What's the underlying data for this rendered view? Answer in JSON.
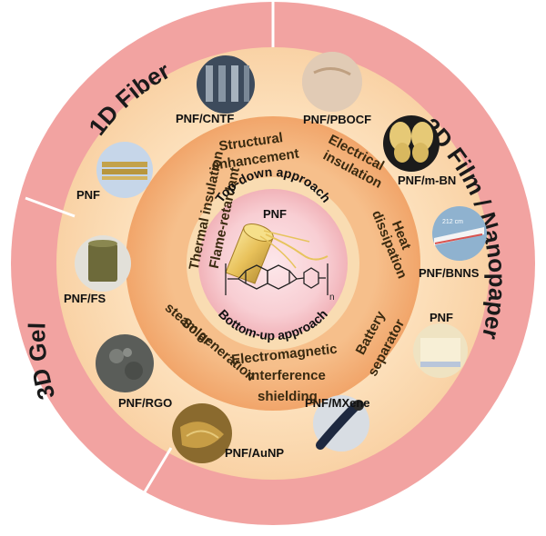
{
  "sectors": {
    "fiber": "1D Fiber",
    "film": "2D Film / Nanopaper",
    "gel": "3D Gel"
  },
  "center": {
    "material": "PNF",
    "top_approach": "Top-down approach",
    "bottom_approach": "Bottom-up approach",
    "subscript": "n"
  },
  "applications": {
    "structural_1": "Structural",
    "structural_2": "enhancement",
    "electrical_1": "Electrical",
    "electrical_2": "insulation",
    "heat_1": "Heat",
    "heat_2": "dissipation",
    "battery_1": "Battery",
    "battery_2": "separator",
    "emi_1": "Electromagnetic",
    "emi_2": "interference",
    "emi_3": "shielding",
    "solar_1": "Solar",
    "solar_2": "steam generation",
    "thermal": "Thermal insulation",
    "flame": "Flame-retardant"
  },
  "products": {
    "cntf": "PNF/CNTF",
    "pbocf": "PNF/PBOCF",
    "pnf_fiber": "PNF",
    "mbn": "PNF/m-BN",
    "bnns": "PNF/BNNS",
    "pnf_film": "PNF",
    "mxene": "PNF/MXene",
    "aunp": "PNF/AuNP",
    "rgo": "PNF/RGO",
    "fs": "PNF/FS"
  },
  "photo_text": {
    "bnns_scale": "212 cm"
  },
  "colors": {
    "outer_ring": "#f2a3a1",
    "middle_band": "#fcdcb4",
    "inner_ring": "#f4b27a",
    "core": "#f7c8cc",
    "divider": "#ffffff"
  }
}
